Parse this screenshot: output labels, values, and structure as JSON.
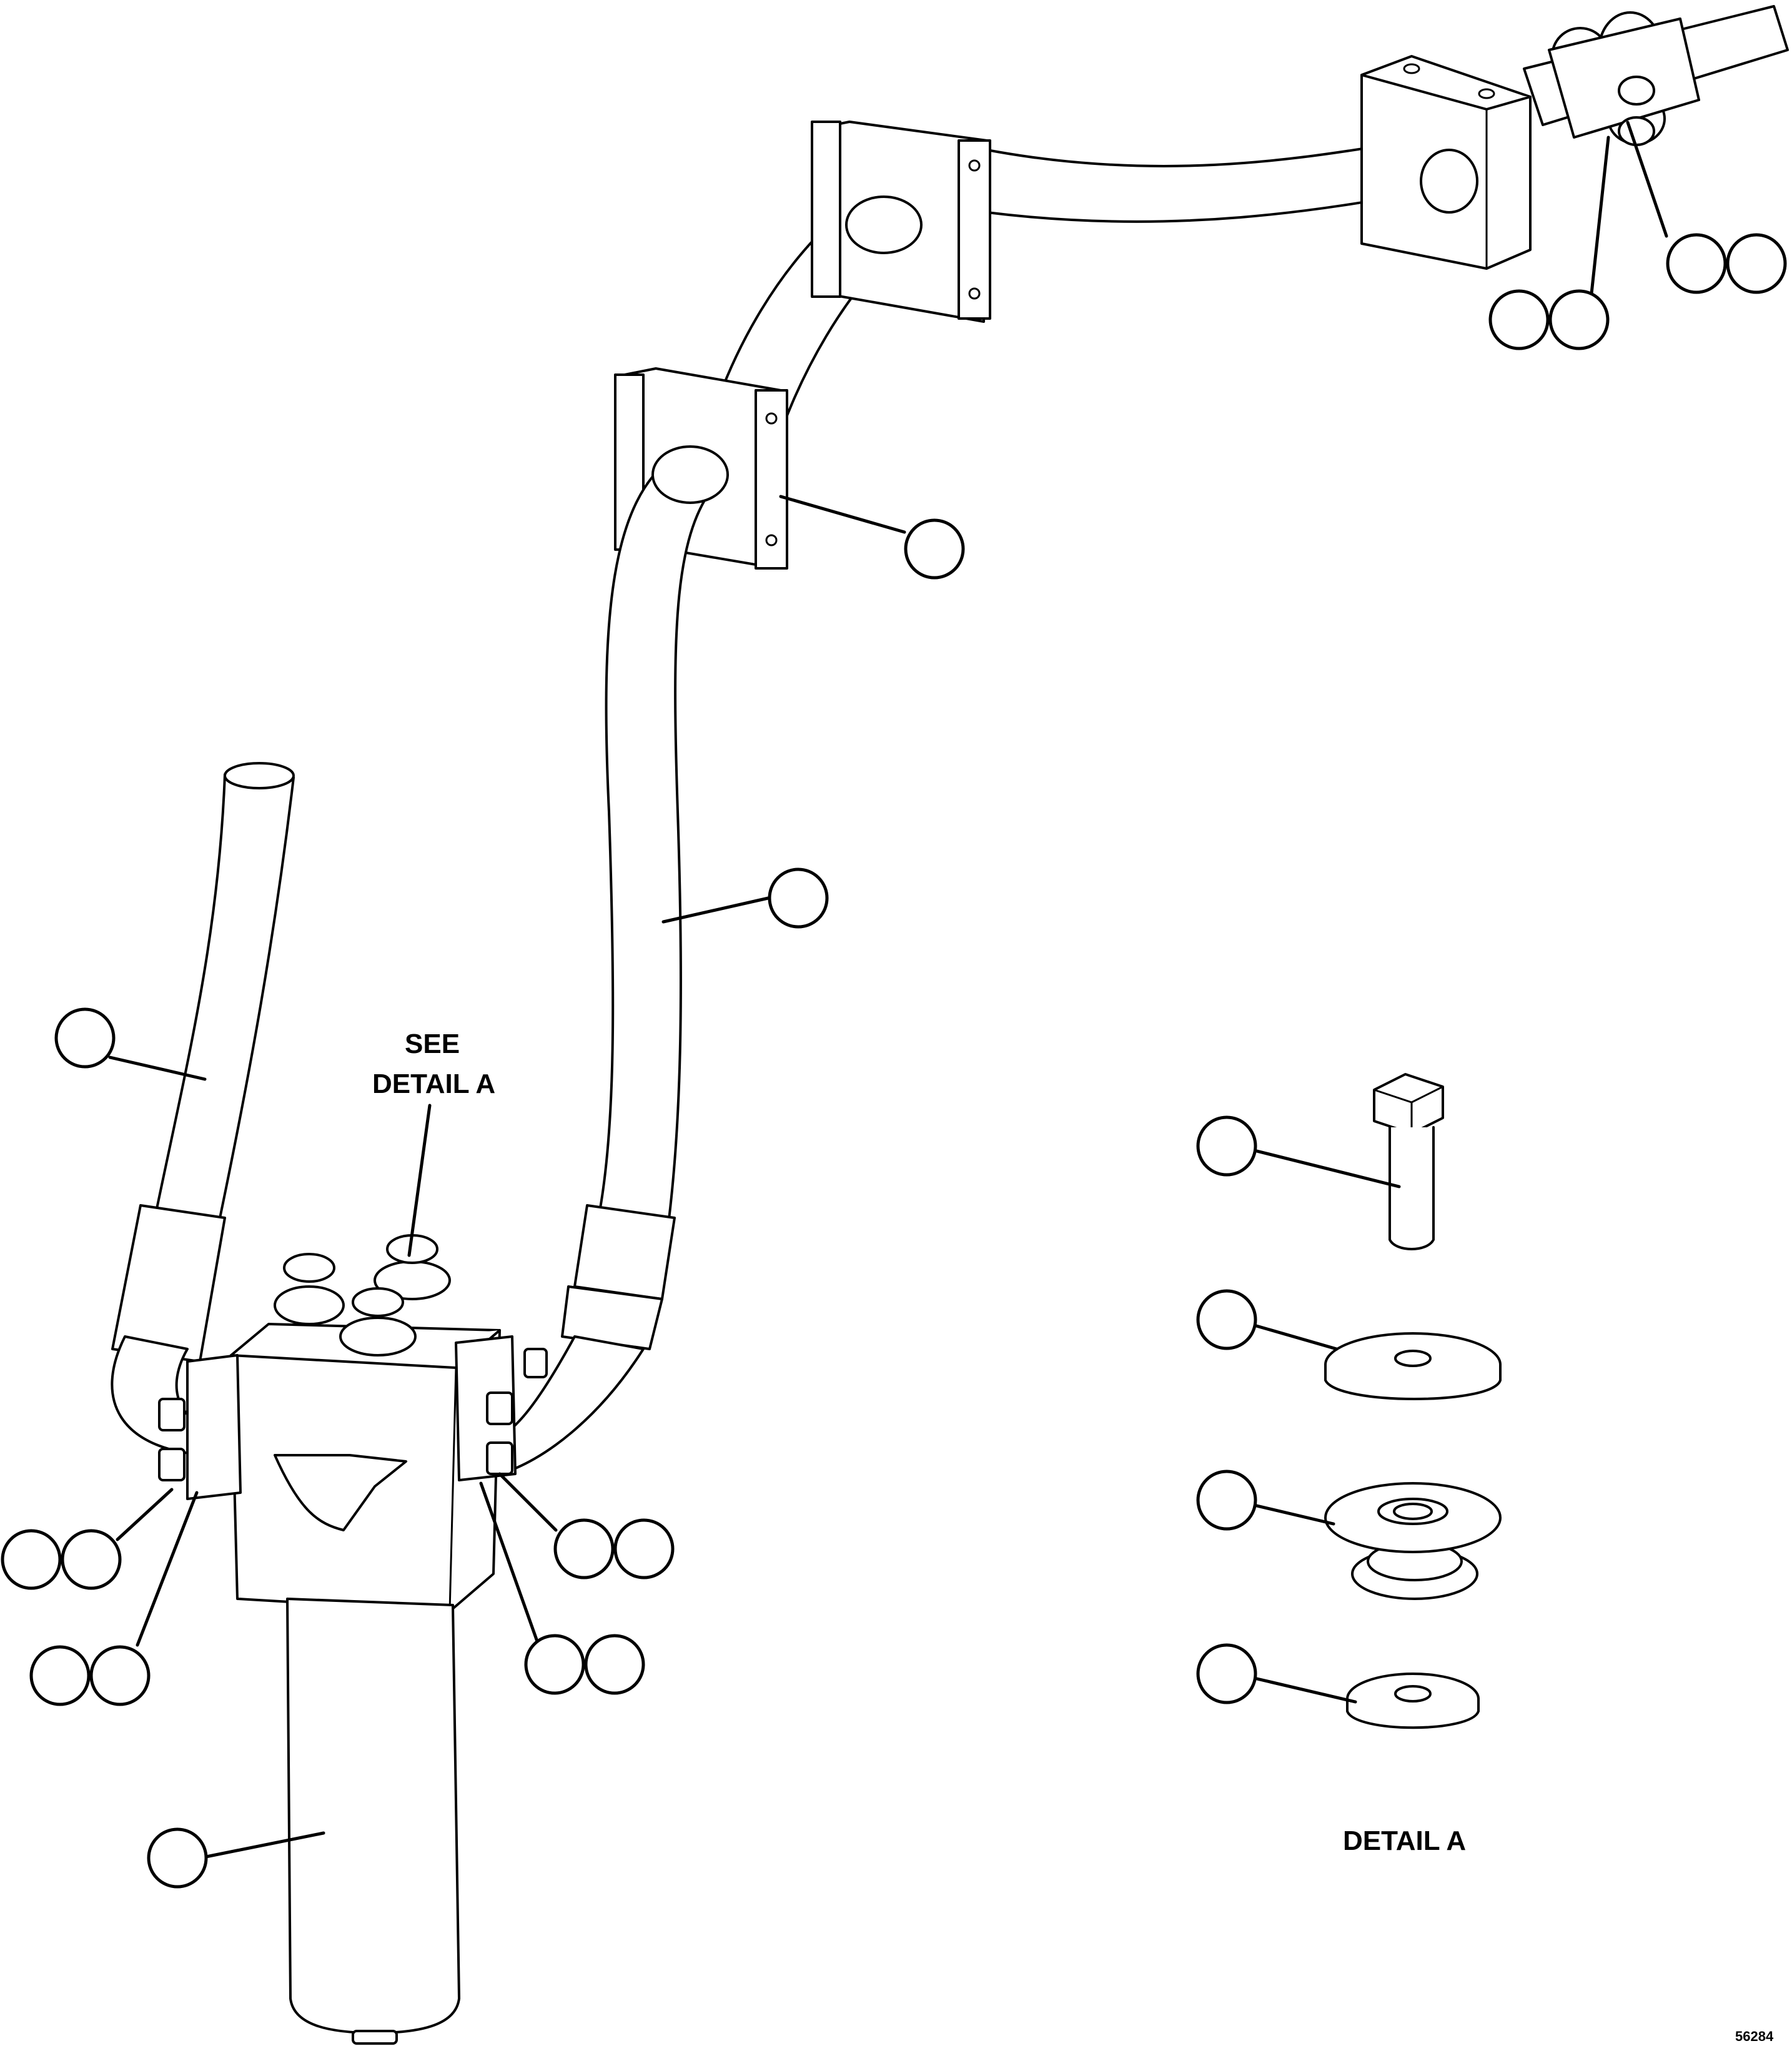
{
  "labels": {
    "see": "SEE",
    "detail_ref": "DETAIL A",
    "detail_title": "DETAIL A",
    "drawing_number": "56284"
  },
  "balloons": [
    {
      "id": "b-clamp-1"
    },
    {
      "id": "b-tube"
    },
    {
      "id": "b-hose-left"
    },
    {
      "id": "b-fitting-tr-1"
    },
    {
      "id": "b-fitting-tr-2"
    },
    {
      "id": "b-fitting-tr-3"
    },
    {
      "id": "b-fitting-tr-4"
    },
    {
      "id": "b-bolt-l-1"
    },
    {
      "id": "b-bolt-l-2"
    },
    {
      "id": "b-bolt-l-3"
    },
    {
      "id": "b-bolt-l-4"
    },
    {
      "id": "b-bolt-r-1"
    },
    {
      "id": "b-bolt-r-2"
    },
    {
      "id": "b-bolt-r-3"
    },
    {
      "id": "b-bolt-r-4"
    },
    {
      "id": "b-filter"
    },
    {
      "id": "b-detail-bolt"
    },
    {
      "id": "b-detail-washer"
    },
    {
      "id": "b-detail-isolator"
    },
    {
      "id": "b-detail-small-washer"
    }
  ]
}
